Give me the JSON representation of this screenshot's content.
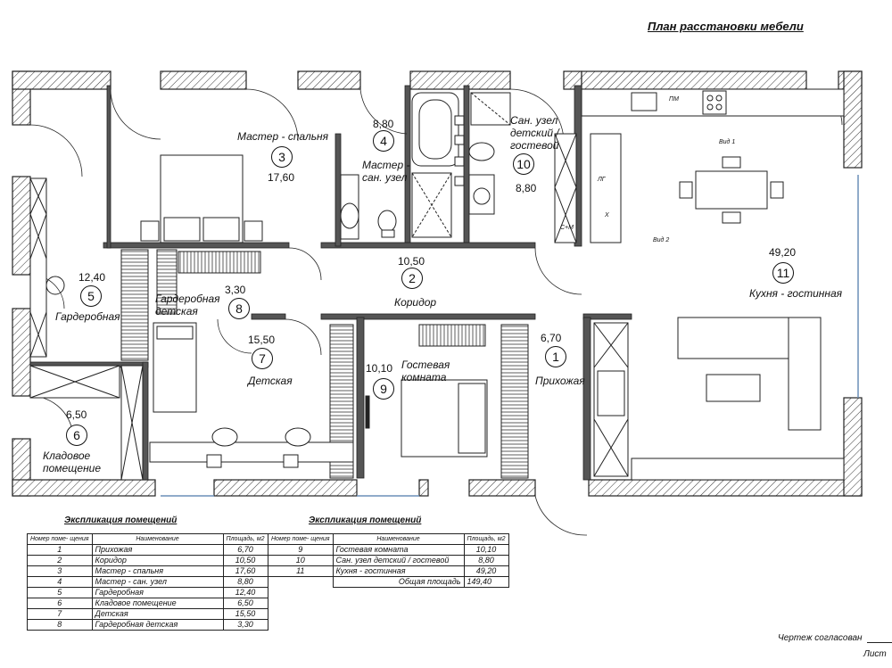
{
  "title": "План расстановки мебели",
  "rooms": [
    {
      "no": "1",
      "name": "Прихожая",
      "area": "6,70"
    },
    {
      "no": "2",
      "name": "Коридор",
      "area": "10,50"
    },
    {
      "no": "3",
      "name": "Мастер - спальня",
      "area": "17,60"
    },
    {
      "no": "4",
      "name": "Мастер - сан. узел",
      "name_l1": "Мастер -",
      "name_l2": "сан. узел",
      "area": "8,80"
    },
    {
      "no": "5",
      "name": "Гардеробная",
      "area": "12,40"
    },
    {
      "no": "6",
      "name": "Кладовое помещение",
      "name_l1": "Кладовое",
      "name_l2": "помещение",
      "area": "6,50"
    },
    {
      "no": "7",
      "name": "Детская",
      "area": "15,50"
    },
    {
      "no": "8",
      "name": "Гардеробная детская",
      "name_l1": "Гардеробная",
      "name_l2": "детская",
      "area": "3,30"
    },
    {
      "no": "9",
      "name": "Гостевая комната",
      "name_l1": "Гостевая",
      "name_l2": "комната",
      "area": "10,10"
    },
    {
      "no": "10",
      "name": "Сан. узел детский / гостевой",
      "name_l1": "Сан. узел",
      "name_l2": "детский /",
      "name_l3": "гостевой",
      "area": "8,80"
    },
    {
      "no": "11",
      "name": "Кухня - гостинная",
      "area": "49,20"
    }
  ],
  "annotations": {
    "pm": "ПМ",
    "view1": "Вид 1",
    "view2": "Вид 2",
    "sm": "С+М",
    "lg": "ЛГ",
    "x": "Х"
  },
  "table_left": {
    "title": "Экспликация помещений",
    "headers": [
      "Номер поме- щения",
      "Наименование",
      "Площадь, м2"
    ],
    "rows": [
      [
        "1",
        "Прихожая",
        "6,70"
      ],
      [
        "2",
        "Коридор",
        "10,50"
      ],
      [
        "3",
        "Мастер - спальня",
        "17,60"
      ],
      [
        "4",
        "Мастер - сан. узел",
        "8,80"
      ],
      [
        "5",
        "Гардеробная",
        "12,40"
      ],
      [
        "6",
        "Кладовое помещение",
        "6,50"
      ],
      [
        "7",
        "Детская",
        "15,50"
      ],
      [
        "8",
        "Гардеробная детская",
        "3,30"
      ]
    ]
  },
  "table_right": {
    "title": "Экспликация помещений",
    "headers": [
      "Номер поме- щения",
      "Наименование",
      "Площадь, м2"
    ],
    "rows": [
      [
        "9",
        "Гостевая комната",
        "10,10"
      ],
      [
        "10",
        "Сан. узел детский / гостевой",
        "8,80"
      ],
      [
        "11",
        "Кухня - гостинная",
        "49,20"
      ]
    ],
    "total_label": "Общая площадь",
    "total_value": "149,40"
  },
  "footer": {
    "approved": "Чертеж согласован",
    "sheet": "Лист"
  }
}
